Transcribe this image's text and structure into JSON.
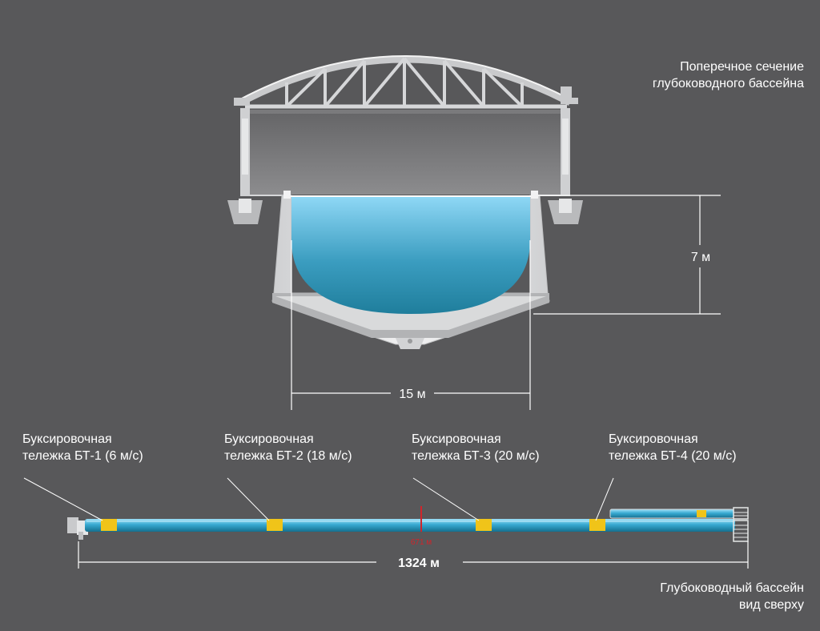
{
  "cross_section": {
    "title_line1": "Поперечное сечение",
    "title_line2": "глубоководного бассейна",
    "depth_label": "7 м",
    "width_label": "15 м"
  },
  "top_view": {
    "title_line1": "Глубоководный бассейн",
    "title_line2": "вид сверху",
    "length_label": "1324 м",
    "mid_label": "671 м",
    "carts": [
      {
        "line1": "Буксировочная",
        "line2": "тележка БТ-1 (6 м/с)"
      },
      {
        "line1": "Буксировочная",
        "line2": "тележка БТ-2 (18 м/с)"
      },
      {
        "line1": "Буксировочная",
        "line2": "тележка БТ-3 (20 м/с)"
      },
      {
        "line1": "Буксировочная",
        "line2": "тележка БТ-4 (20 м/с)"
      }
    ]
  },
  "colors": {
    "background": "#58585a",
    "water_top": "#8ed7f5",
    "water_bottom": "#1f7e9c",
    "cart": "#f0c419",
    "marker": "#d0252b",
    "concrete": "#e6e7e8"
  }
}
